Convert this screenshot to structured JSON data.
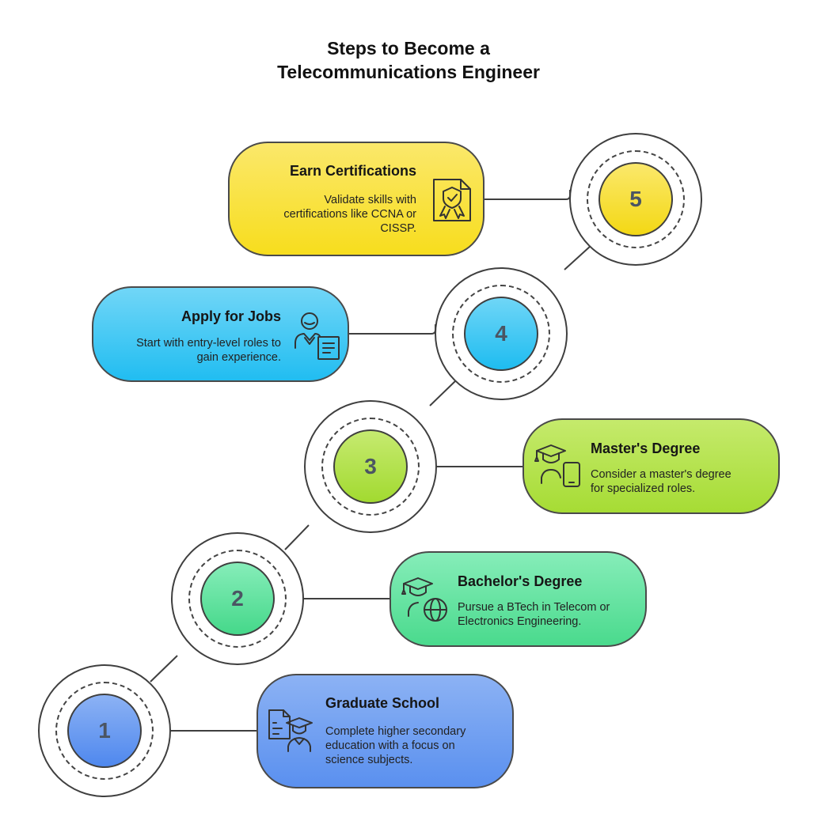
{
  "title_line1": "Steps to Become a",
  "title_line2": "Telecommunications Engineer",
  "colors": {
    "yellow": "#fbe54a",
    "blue": "#45c8f4",
    "green_lime": "#b5e04f",
    "green": "#6be3a3",
    "indigo": "#6a9df2",
    "outline": "#4a4a4a"
  },
  "steps": [
    {
      "number": "1",
      "title": "Graduate School",
      "description_lines": [
        "Complete higher secondary",
        "education with a focus on",
        "science subjects."
      ],
      "icon": "document-graduate-icon"
    },
    {
      "number": "2",
      "title": "Bachelor's Degree",
      "description_lines": [
        "Pursue a BTech in Telecom or",
        "Electronics Engineering."
      ],
      "icon": "graduate-globe-icon"
    },
    {
      "number": "3",
      "title": "Master's Degree",
      "description_lines": [
        "Consider a master's degree",
        "for specialized roles."
      ],
      "icon": "graduate-phone-icon"
    },
    {
      "number": "4",
      "title": "Apply for Jobs",
      "description_lines": [
        "Start with entry-level roles to",
        "gain experience."
      ],
      "icon": "job-applicant-icon"
    },
    {
      "number": "5",
      "title": "Earn Certifications",
      "description_lines": [
        "Validate skills with",
        "certifications like CCNA or",
        "CISSP."
      ],
      "icon": "certificate-badge-icon"
    }
  ]
}
